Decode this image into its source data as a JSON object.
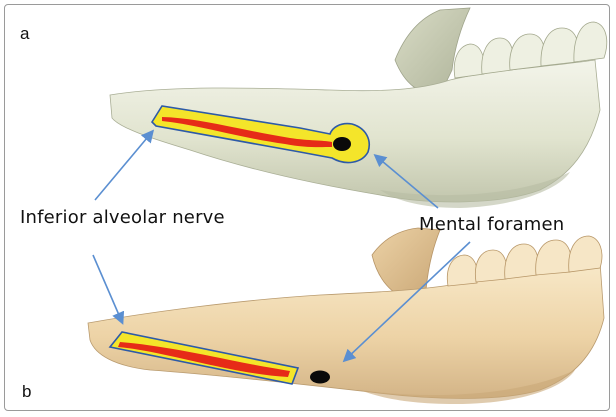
{
  "panels": {
    "a": "a",
    "b": "b"
  },
  "labels": {
    "nerve": "Inferior alveolar nerve",
    "foramen": "Mental foramen"
  },
  "colors": {
    "bone_top": "#e7e9d9",
    "bone_shade": "#b7bca3",
    "bone_bottom": "#f2deba",
    "bone_bottom_shade": "#cfb183",
    "nerve_outer": "#f4e52a",
    "nerve_inner": "#e62b18",
    "nerve_outline": "#2d5aa8",
    "arrow": "#5b8fd1"
  }
}
